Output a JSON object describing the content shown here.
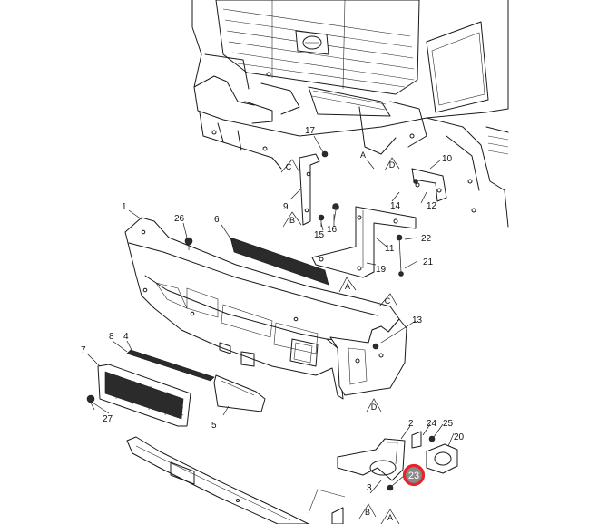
{
  "diagram": {
    "callouts": {
      "c1": "1",
      "c2": "2",
      "c3": "3",
      "c4": "4",
      "c5": "5",
      "c6": "6",
      "c7": "7",
      "c8": "8",
      "c9": "9",
      "c10": "10",
      "c11": "11",
      "c12": "12",
      "c13": "13",
      "c14": "14",
      "c15": "15",
      "c16": "16",
      "c17": "17",
      "c19": "19",
      "c20": "20",
      "c21": "21",
      "c22": "22",
      "c23": "23",
      "c24": "24",
      "c25": "25",
      "c26": "26",
      "c27": "27"
    },
    "reference_marks": {
      "a1": "A",
      "a2": "A",
      "a3": "A",
      "b1": "B",
      "b2": "B",
      "c1": "C",
      "c2": "C",
      "d1": "D",
      "d2": "D"
    },
    "highlighted_callout": "23",
    "highlight_color": "#e8232a"
  }
}
